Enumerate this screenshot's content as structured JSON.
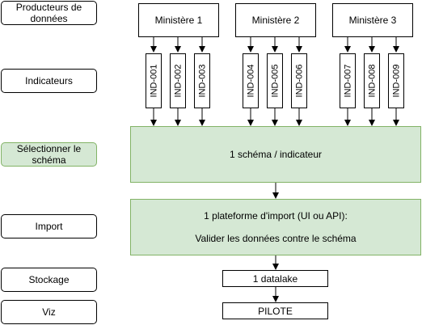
{
  "left_labels": {
    "producteurs": "Producteurs de données",
    "indicateurs": "Indicateurs",
    "selectionner": "Sélectionner le schéma",
    "import": "Import",
    "stockage": "Stockage",
    "viz": "Viz"
  },
  "ministeres": [
    "Ministère 1",
    "Ministère 2",
    "Ministère 3"
  ],
  "indicateurs": [
    "IND-001",
    "IND-002",
    "IND-003",
    "IND-004",
    "IND-005",
    "IND-006",
    "IND-007",
    "IND-008",
    "IND-009"
  ],
  "schema_box": {
    "text": "1 schéma / indicateur"
  },
  "import_box": {
    "line1": "1 plateforme d'import (UI ou API):",
    "line2": "Valider les données contre le schéma"
  },
  "datalake_box": {
    "text": "1 datalake"
  },
  "pilote_box": {
    "text": "PILOTE"
  },
  "colors": {
    "green_fill": "#d5e8d4",
    "green_stroke": "#82b366"
  }
}
